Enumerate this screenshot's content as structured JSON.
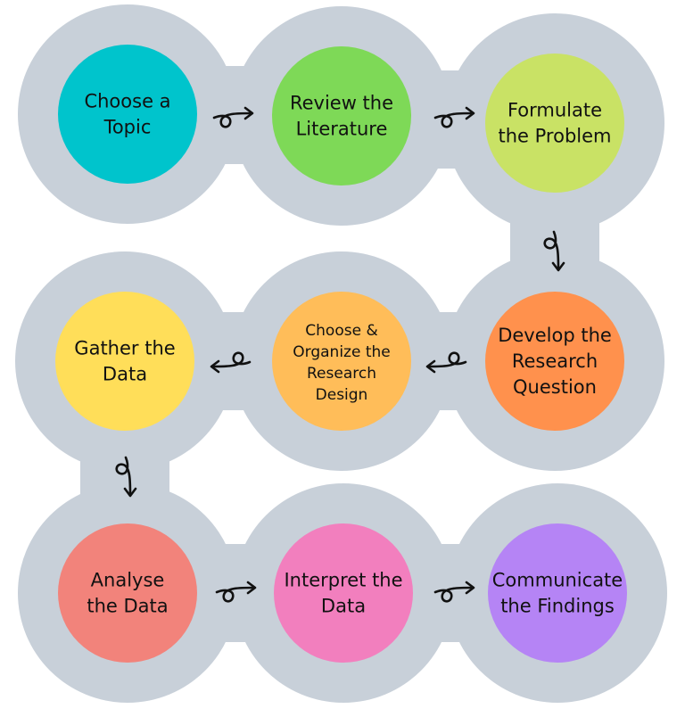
{
  "colors": {
    "background_ring": "#c8d0d9",
    "text": "#111111"
  },
  "steps": [
    {
      "lines": [
        "Choose a",
        "Topic"
      ],
      "color": "#00c4cc"
    },
    {
      "lines": [
        "Review the",
        "Literature"
      ],
      "color": "#7ed957"
    },
    {
      "lines": [
        "Formulate",
        "the Problem"
      ],
      "color": "#c9e265"
    },
    {
      "lines": [
        "Develop the",
        "Research",
        "Question"
      ],
      "color": "#ff914d"
    },
    {
      "lines": [
        "Choose &",
        "Organize the",
        "Research",
        "Design"
      ],
      "color": "#ffbd59"
    },
    {
      "lines": [
        "Gather the",
        "Data"
      ],
      "color": "#ffde59"
    },
    {
      "lines": [
        "Analyse",
        "the Data"
      ],
      "color": "#f2837b"
    },
    {
      "lines": [
        "Interpret the",
        "Data"
      ],
      "color": "#f27fbe"
    },
    {
      "lines": [
        "Communicate",
        "the Findings"
      ],
      "color": "#b584f5"
    }
  ],
  "arrows": [
    {
      "from": "Choose a Topic",
      "to": "Review the Literature",
      "direction": "right"
    },
    {
      "from": "Review the Literature",
      "to": "Formulate the Problem",
      "direction": "right"
    },
    {
      "from": "Formulate the Problem",
      "to": "Develop the Research Question",
      "direction": "down"
    },
    {
      "from": "Develop the Research Question",
      "to": "Choose & Organize the Research Design",
      "direction": "left"
    },
    {
      "from": "Choose & Organize the Research Design",
      "to": "Gather the Data",
      "direction": "left"
    },
    {
      "from": "Gather the Data",
      "to": "Analyse the Data",
      "direction": "down"
    },
    {
      "from": "Analyse the Data",
      "to": "Interpret the Data",
      "direction": "right"
    },
    {
      "from": "Interpret the Data",
      "to": "Communicate the Findings",
      "direction": "right"
    }
  ]
}
